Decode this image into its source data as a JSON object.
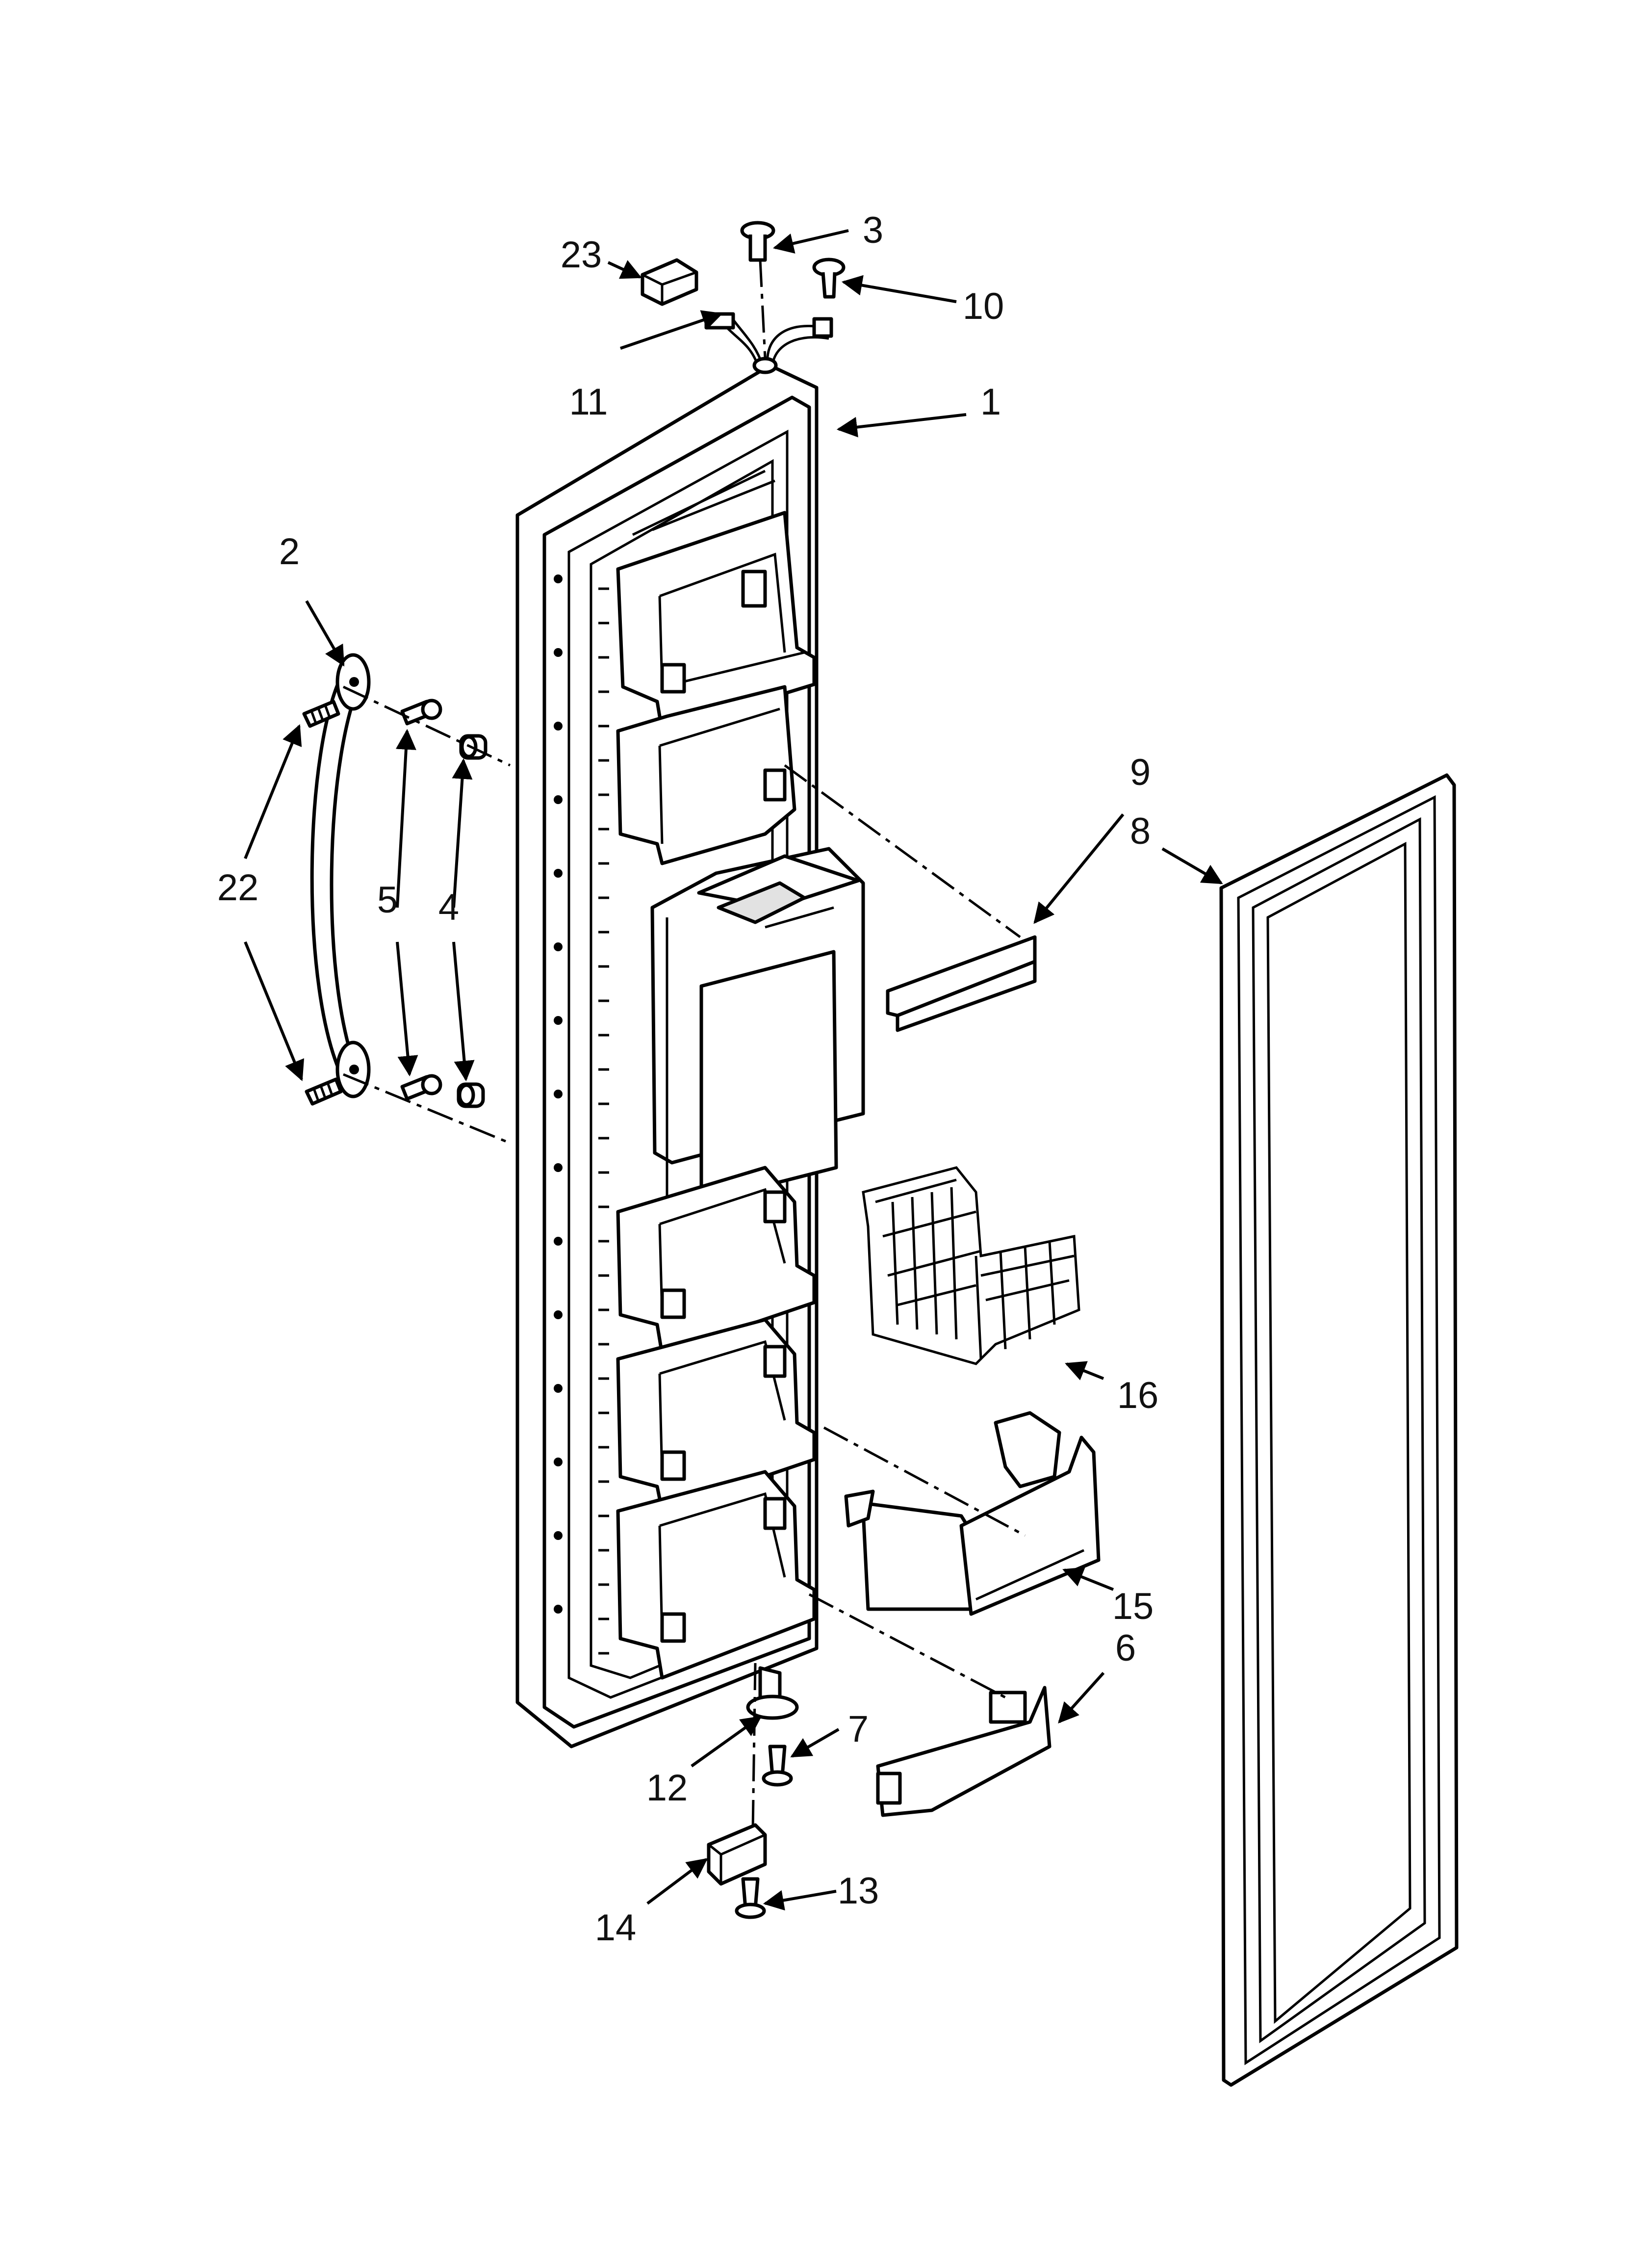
{
  "diagram": {
    "callouts": [
      "1",
      "2",
      "3",
      "4",
      "5",
      "6",
      "7",
      "8",
      "9",
      "10",
      "11",
      "12",
      "13",
      "14",
      "15",
      "16",
      "22",
      "23"
    ]
  },
  "colors": {
    "line": "#000000",
    "paper": "#ffffff",
    "shade": "#e2e2e2"
  }
}
